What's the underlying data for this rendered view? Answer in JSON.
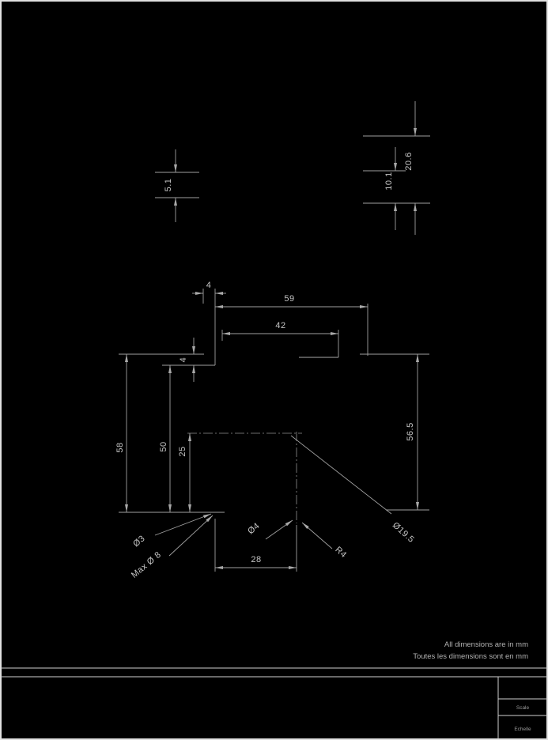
{
  "drawing": {
    "colors": {
      "background": "#000000",
      "lines": "#a0a0a0",
      "text": "#c6c6c6",
      "border": "#e0e0e0"
    },
    "dimensions": {
      "d5_1": "5.1",
      "d10_1": "10.1",
      "d20_6": "20.6",
      "d4_top": "4",
      "d59": "59",
      "d42": "42",
      "d4_side": "4",
      "d58": "58",
      "d50": "50",
      "d25": "25",
      "d56_5": "56.5",
      "d28": "28"
    },
    "labels": {
      "dia3": "Ø3",
      "max_dia8": "Max Ø 8",
      "dia4": "Ø4",
      "r4": "R4",
      "dia19_5": "Ø19.5"
    },
    "notes": {
      "line1": "All dimensions are in mm",
      "line2": "Toutes les dimensions sont en mm"
    },
    "title_block": {
      "scale_label_en": "Scale",
      "scale_label_fr": "Echelle"
    }
  }
}
